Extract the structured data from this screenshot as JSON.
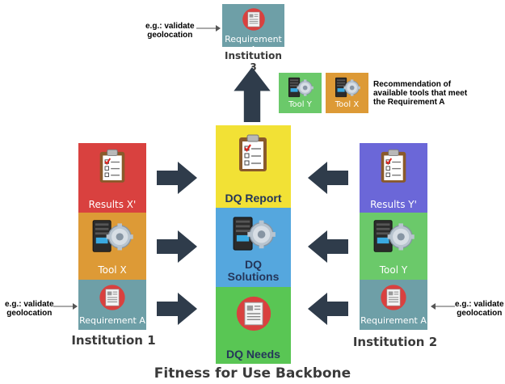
{
  "diagram": {
    "title": "Fitness for Use Backbone",
    "colors": {
      "red": "#d9413f",
      "orange": "#dd9a36",
      "teal": "#6e9fa7",
      "yellow": "#f2e135",
      "blue": "#55a7de",
      "green": "#59c654",
      "purple": "#6b67d8",
      "tool_green": "#6bc96a",
      "arrow": "#2f3c4b"
    },
    "institution1": {
      "name": "Institution 1",
      "results_label": "Results X'",
      "tool_label": "Tool X",
      "requirement_label": "Requirement A",
      "note": [
        "e.g.:  validate",
        "geolocation"
      ]
    },
    "institution2": {
      "name": "Institution 2",
      "results_label": "Results Y'",
      "tool_label": "Tool Y",
      "requirement_label": "Requirement A",
      "note": [
        "e.g.:  validate",
        "geolocation"
      ]
    },
    "institution3": {
      "name": "Institution 3",
      "requirement_label": "Requirement A",
      "note": [
        "e.g.:  validate",
        "geolocation"
      ]
    },
    "center": {
      "report_label": "DQ Report",
      "solutions_label": [
        "DQ",
        "Solutions"
      ],
      "needs_label": "DQ Needs"
    },
    "recommendation": {
      "tool_y_label": "Tool Y",
      "tool_x_label": "Tool X",
      "text": [
        "Recommendation of",
        "available tools that meet",
        "the Requirement A"
      ]
    },
    "icons": [
      "clipboard-icon",
      "server-gear-icon",
      "document-icon",
      "arrow-icon"
    ]
  }
}
